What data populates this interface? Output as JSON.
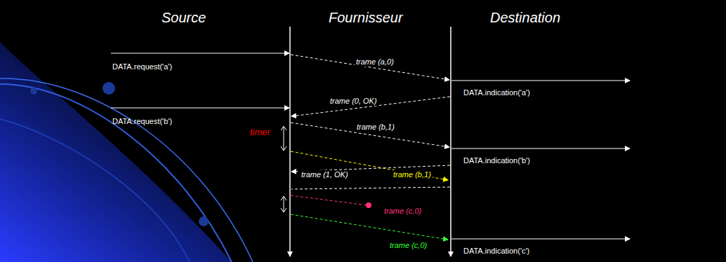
{
  "diagram": {
    "labels": [
      "Source",
      "Fournisseur",
      "Destination",
      "trame (a,0)",
      "DATA.request('a')",
      "DATA.indication('a')",
      "trame (0, OK)",
      "DATA.request('b')",
      "timer",
      "trame (b,1)",
      "DATA.indication('b')",
      "trame (1, OK)",
      "trame (b,1)",
      "trame (c,0)",
      "trame (c,0)",
      "DATA.indication('c')"
    ]
  }
}
